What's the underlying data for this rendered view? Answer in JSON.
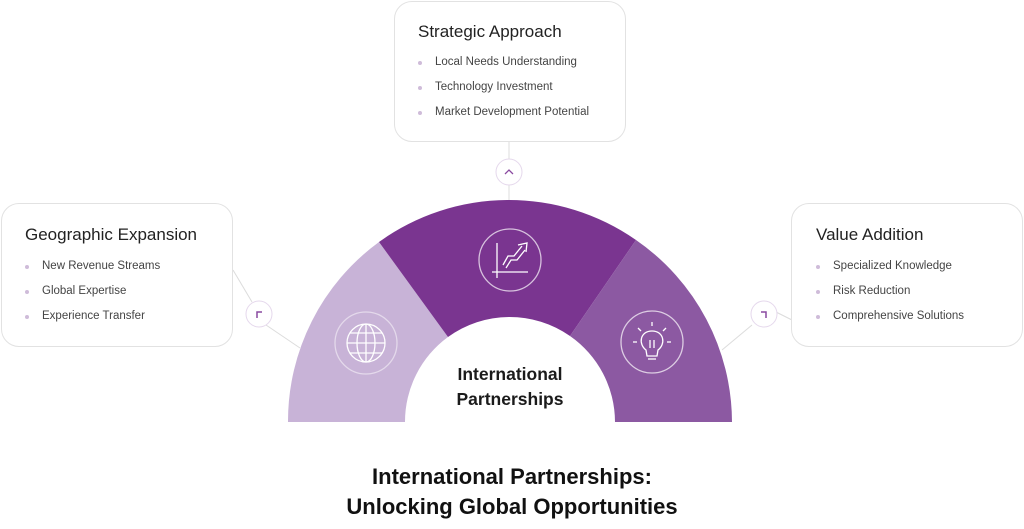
{
  "center": {
    "line1": "International",
    "line2": "Partnerships"
  },
  "title": {
    "line1": "International Partnerships:",
    "line2": "Unlocking Global Opportunities"
  },
  "cards": {
    "strategic": {
      "title": "Strategic Approach",
      "items": [
        "Local Needs Understanding",
        "Technology Investment",
        "Market Development Potential"
      ],
      "icon": "growth-chart-icon"
    },
    "geographic": {
      "title": "Geographic Expansion",
      "items": [
        "New Revenue Streams",
        "Global Expertise",
        "Experience Transfer"
      ],
      "icon": "globe-icon"
    },
    "value": {
      "title": "Value Addition",
      "items": [
        "Specialized Knowledge",
        "Risk Reduction",
        "Comprehensive Solutions"
      ],
      "icon": "lightbulb-icon"
    }
  },
  "colors": {
    "left": "#c8b3d7",
    "middle": "#7a3590",
    "right": "#8c59a2",
    "accent": "#8a4aa0"
  }
}
